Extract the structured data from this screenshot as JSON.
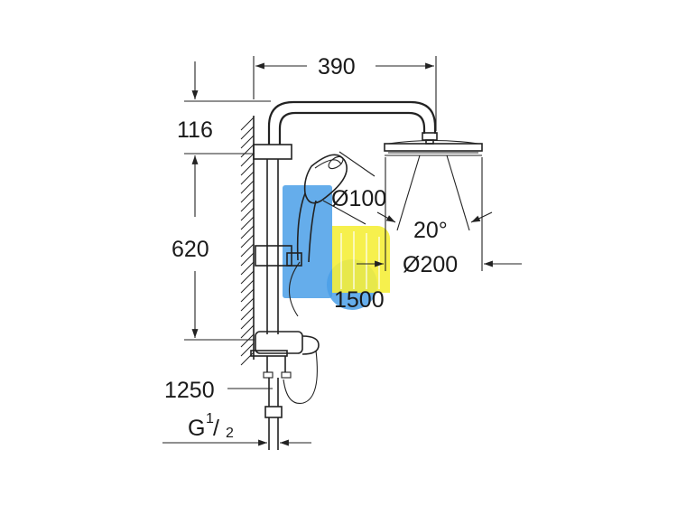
{
  "dimensions": {
    "arm_reach": "390",
    "top_offset": "116",
    "rail_height": "620",
    "hand_shower_diameter": "Ø100",
    "spray_angle": "20°",
    "head_shower_diameter": "Ø200",
    "hose_length": "1500",
    "connection_length": "1250",
    "thread_letter": "G",
    "thread_numerator": "1",
    "thread_denominator": "2"
  },
  "watermark": {
    "colors": [
      "#4a9fe8",
      "#f5ee3a"
    ]
  }
}
